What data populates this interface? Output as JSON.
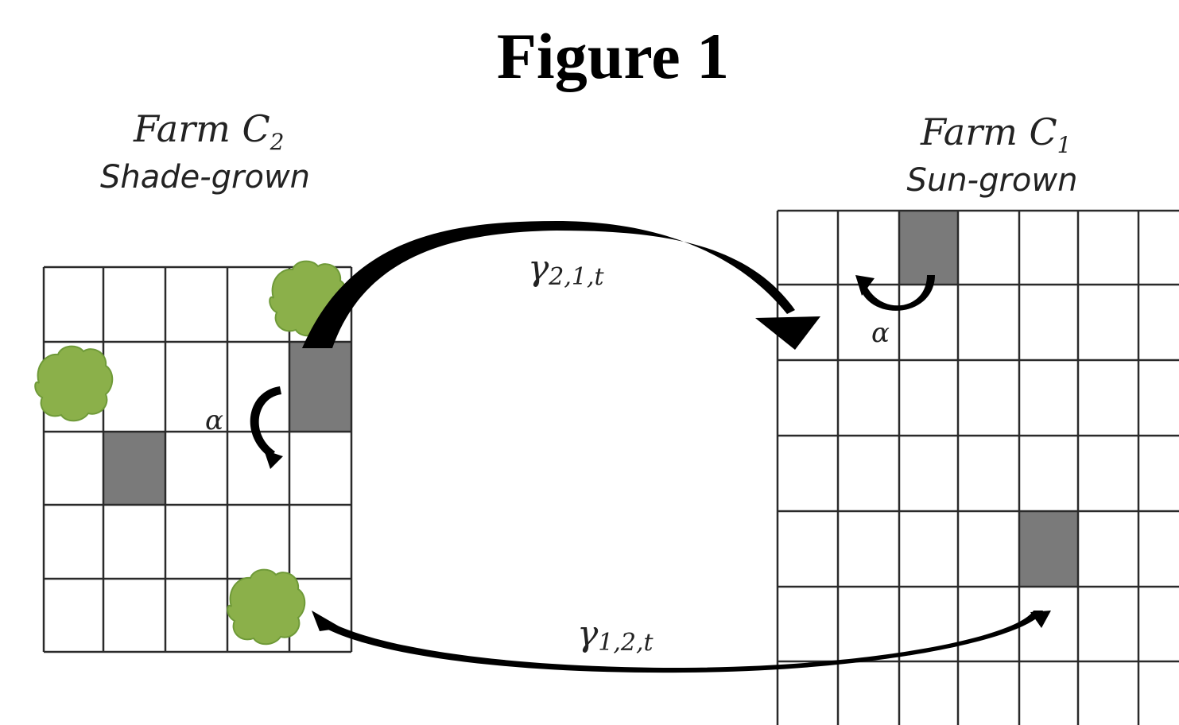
{
  "figure": {
    "title": "Figure 1"
  },
  "farm_left": {
    "name_main": "Farm C",
    "name_sub": "2",
    "type": "Shade-grown",
    "alpha_label": "α"
  },
  "farm_right": {
    "name_main": "Farm C",
    "name_sub": "1",
    "type": "Sun-grown",
    "alpha_label": "α"
  },
  "transition_top": {
    "symbol": "γ",
    "subscript": "2,1,t"
  },
  "transition_bottom": {
    "symbol": "γ",
    "subscript": "1,2,t"
  },
  "colors": {
    "grid_line": "#2a2a2a",
    "infected_cell": "#7a7a7a",
    "shade_tree": "#8bb04a",
    "shade_tree_edge": "#6f9a38",
    "arrow": "#000000"
  }
}
